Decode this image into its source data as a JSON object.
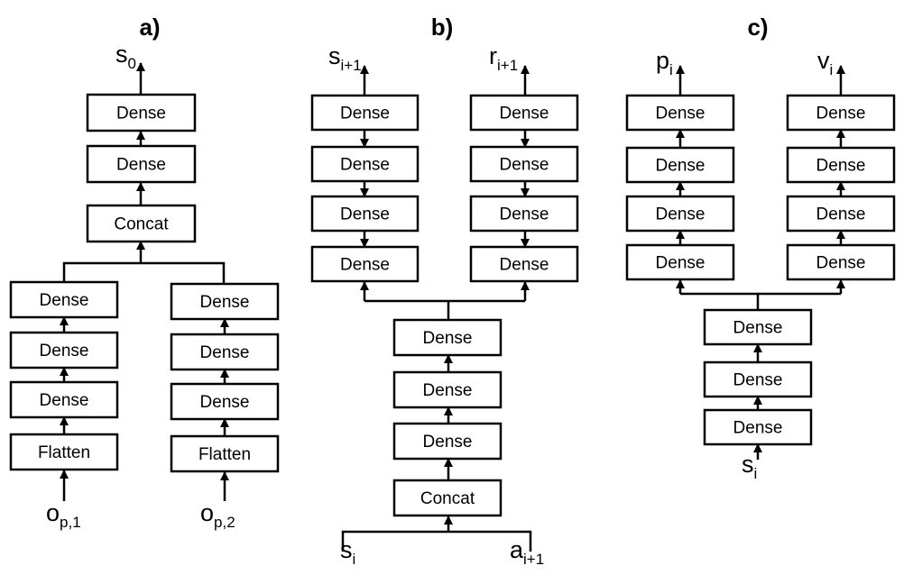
{
  "panels": {
    "a": {
      "label": "a)",
      "output": {
        "base": "s",
        "sub": "0"
      },
      "top_layers": [
        "Dense",
        "Dense",
        "Concat"
      ],
      "left_branch": [
        "Dense",
        "Dense",
        "Dense",
        "Flatten"
      ],
      "right_branch": [
        "Dense",
        "Dense",
        "Dense",
        "Flatten"
      ],
      "input_left": {
        "base": "o",
        "sub": "p,1"
      },
      "input_right": {
        "base": "o",
        "sub": "p,2"
      }
    },
    "b": {
      "label": "b)",
      "output_left": {
        "base": "s",
        "sub": "i+1"
      },
      "output_right": {
        "base": "r",
        "sub": "i+1"
      },
      "left_branch": [
        "Dense",
        "Dense",
        "Dense",
        "Dense"
      ],
      "right_branch": [
        "Dense",
        "Dense",
        "Dense",
        "Dense"
      ],
      "trunk": [
        "Dense",
        "Dense",
        "Dense",
        "Concat"
      ],
      "input_left": {
        "base": "s",
        "sub": "i"
      },
      "input_right": {
        "base": "a",
        "sub": "i+1"
      }
    },
    "c": {
      "label": "c)",
      "output_left": {
        "base": "p",
        "sub": "i"
      },
      "output_right": {
        "base": "v",
        "sub": "i"
      },
      "left_branch": [
        "Dense",
        "Dense",
        "Dense",
        "Dense"
      ],
      "right_branch": [
        "Dense",
        "Dense",
        "Dense",
        "Dense"
      ],
      "trunk": [
        "Dense",
        "Dense",
        "Dense"
      ],
      "input": {
        "base": "s",
        "sub": "i"
      }
    }
  }
}
